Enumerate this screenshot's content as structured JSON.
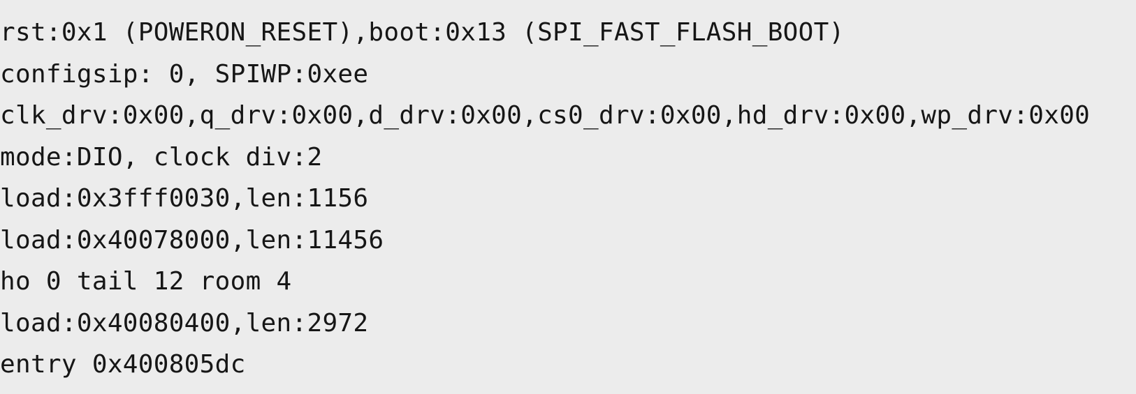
{
  "terminal": {
    "kind": "serial-monitor-boot-log",
    "background_color": "#ececec",
    "text_color": "#161616",
    "lines": [
      "rst:0x1 (POWERON_RESET),boot:0x13 (SPI_FAST_FLASH_BOOT)",
      "configsip: 0, SPIWP:0xee",
      "clk_drv:0x00,q_drv:0x00,d_drv:0x00,cs0_drv:0x00,hd_drv:0x00,wp_drv:0x00",
      "mode:DIO, clock div:2",
      "load:0x3fff0030,len:1156",
      "load:0x40078000,len:11456",
      "ho 0 tail 12 room 4",
      "load:0x40080400,len:2972",
      "entry 0x400805dc"
    ]
  }
}
